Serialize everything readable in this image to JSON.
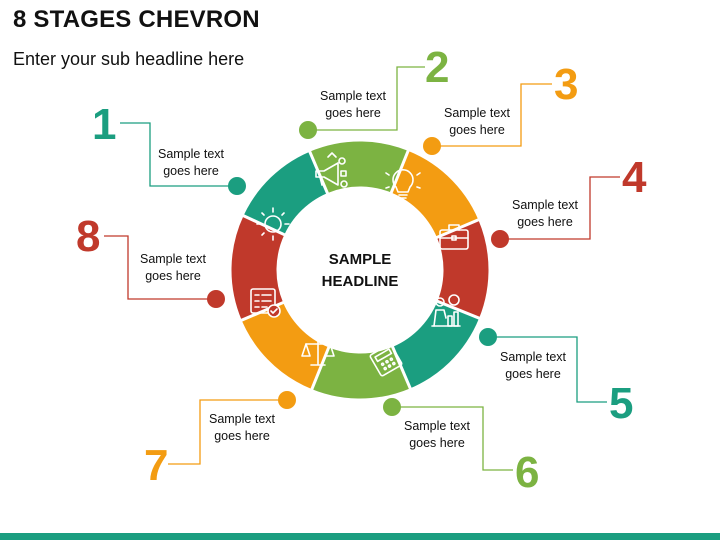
{
  "title": "8 STAGES CHEVRON",
  "subtitle": "Enter your sub headline here",
  "center": {
    "line1": "SAMPLE",
    "line2": "HEADLINE"
  },
  "stages": [
    {
      "number": "1",
      "text_line1": "Sample text",
      "text_line2": "goes here",
      "color": "#1b9e80",
      "icon": "sun-icon"
    },
    {
      "number": "2",
      "text_line1": "Sample text",
      "text_line2": "goes here",
      "color": "#7cb342",
      "icon": "megaphone-icon"
    },
    {
      "number": "3",
      "text_line1": "Sample text",
      "text_line2": "goes here",
      "color": "#f39c12",
      "icon": "lightbulb-icon"
    },
    {
      "number": "4",
      "text_line1": "Sample text",
      "text_line2": "goes here",
      "color": "#c0392b",
      "icon": "briefcase-icon"
    },
    {
      "number": "5",
      "text_line1": "Sample text",
      "text_line2": "goes here",
      "color": "#1b9e80",
      "icon": "growth-chart-icon"
    },
    {
      "number": "6",
      "text_line1": "Sample text",
      "text_line2": "goes here",
      "color": "#7cb342",
      "icon": "calculator-icon"
    },
    {
      "number": "7",
      "text_line1": "Sample text",
      "text_line2": "goes here",
      "color": "#f39c12",
      "icon": "scales-icon"
    },
    {
      "number": "8",
      "text_line1": "Sample text",
      "text_line2": "goes here",
      "color": "#c0392b",
      "icon": "checklist-icon"
    }
  ]
}
